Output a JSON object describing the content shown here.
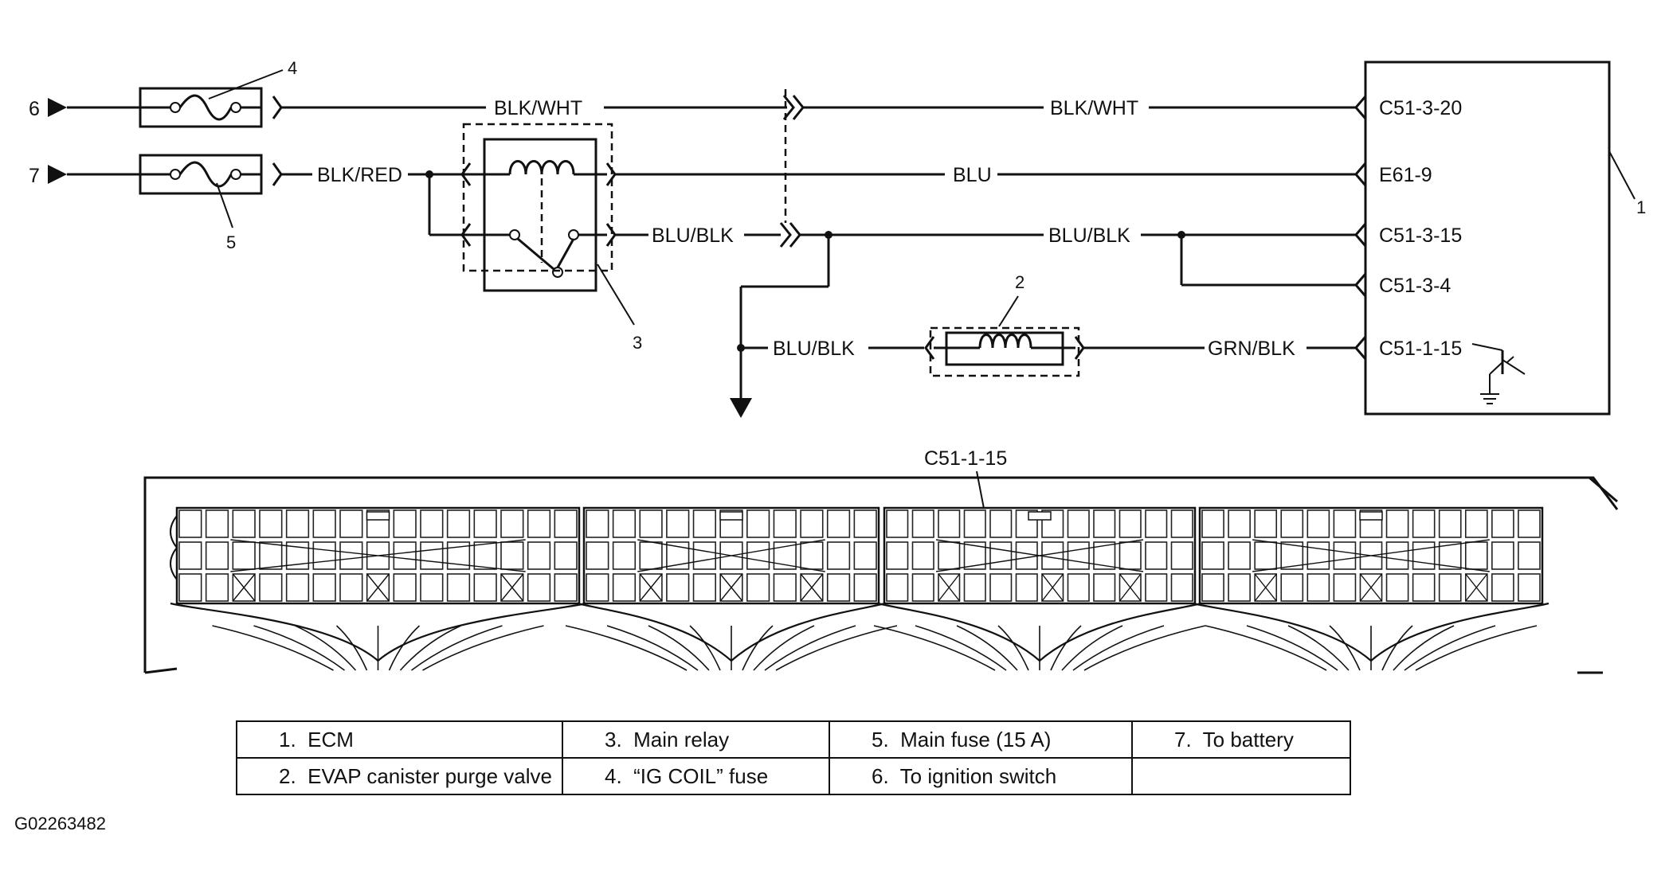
{
  "callouts": {
    "ecm": "1",
    "purge_valve": "2",
    "main_relay": "3",
    "ig_coil_fuse": "4",
    "main_fuse": "5",
    "to_ignition": "6",
    "to_battery": "7"
  },
  "wires": {
    "blk_wht_left": "BLK/WHT",
    "blk_wht_right": "BLK/WHT",
    "blk_red": "BLK/RED",
    "blu": "BLU",
    "blu_blk_relay": "BLU/BLK",
    "blu_blk_right": "BLU/BLK",
    "blu_blk_lower": "BLU/BLK",
    "grn_blk": "GRN/BLK"
  },
  "terminals": {
    "t1": "C51-3-20",
    "t2": "E61-9",
    "t3": "C51-3-15",
    "t4": "C51-3-4",
    "t5": "C51-1-15"
  },
  "connector_callout": "C51-1-15",
  "legend": {
    "rows": [
      [
        "1.  ECM",
        "3.  Main relay",
        "5.  Main fuse (15 A)",
        "7.  To battery"
      ],
      [
        "2.  EVAP canister purge valve",
        "4.  “IG COIL” fuse",
        "6.  To ignition switch",
        ""
      ]
    ]
  },
  "figure_id": "G02263482"
}
